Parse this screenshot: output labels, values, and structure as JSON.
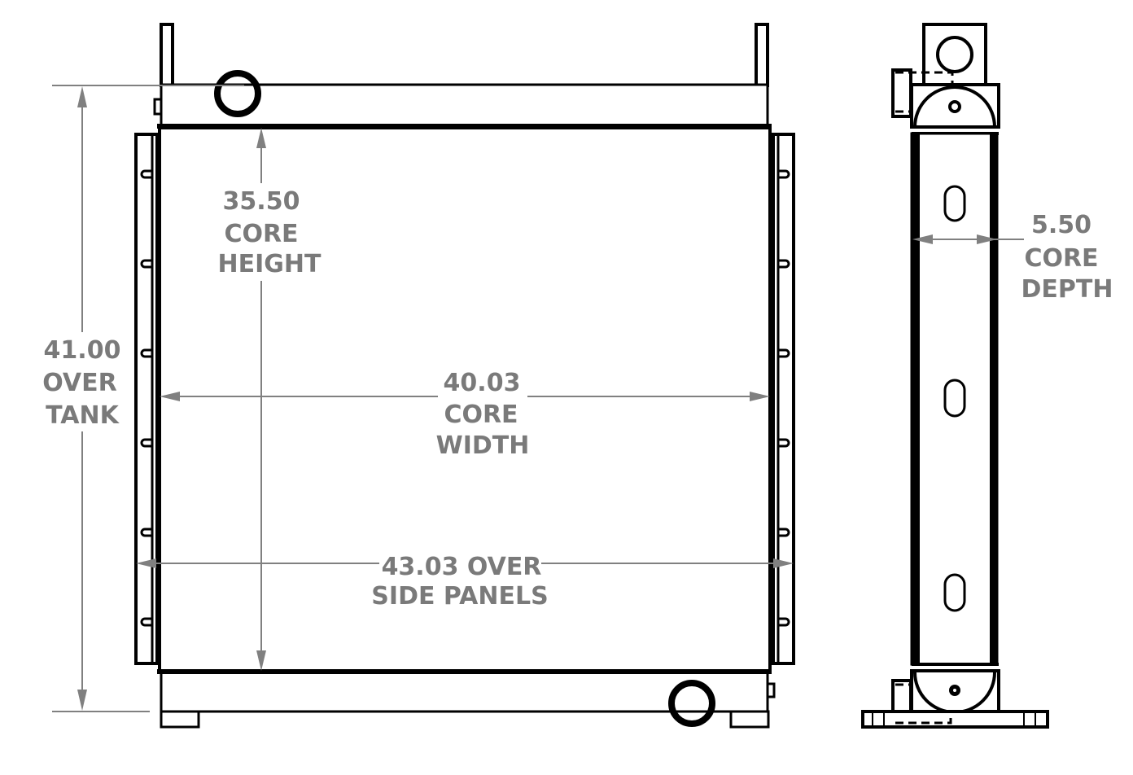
{
  "drawing": {
    "type": "radiator core engineering drawing",
    "views": [
      "front-view",
      "side-view"
    ],
    "line_color": "#000000",
    "dimension_color": "#808080"
  },
  "dimensions": {
    "over_tank": {
      "value": "41.00",
      "line1": "OVER",
      "line2": "TANK"
    },
    "core_height": {
      "value": "35.50",
      "line1": "CORE",
      "line2": "HEIGHT"
    },
    "core_width": {
      "value": "40.03",
      "line1": "CORE",
      "line2": "WIDTH"
    },
    "over_side_panels": {
      "line1": "43.03 OVER",
      "line2": "SIDE PANELS"
    },
    "core_depth": {
      "value": "5.50",
      "line1": "CORE",
      "line2": "DEPTH"
    }
  }
}
